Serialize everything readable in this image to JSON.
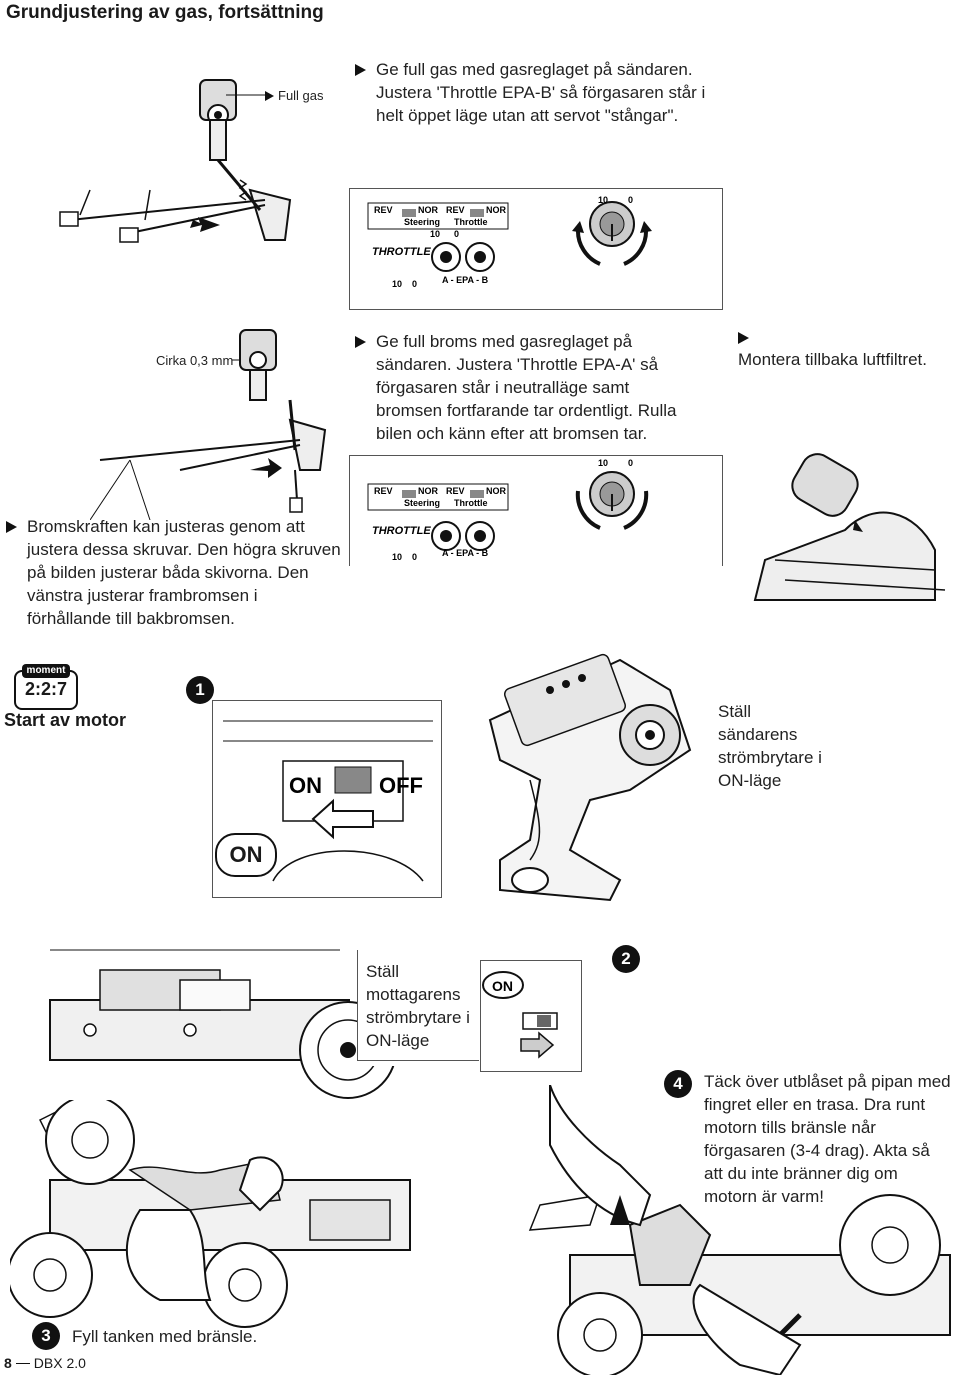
{
  "page_title": "Grundjustering av gas, fortsättning",
  "section1": {
    "label_full_gas": "Full gas",
    "instruction": "Ge full gas med gasreglaget på sändaren. Justera 'Throttle EPA-B' så förgasaren står i helt öppet läge utan att servot \"stångar\"."
  },
  "epa_panel": {
    "rev": "REV",
    "nor": "NOR",
    "steering": "Steering",
    "throttle": "Throttle",
    "throttle_epa": "THROTTLE EPA",
    "a_epa_b": "A - EPA - B",
    "ten": "10",
    "zero": "0"
  },
  "section2": {
    "label_gap": "Cirka 0,3 mm",
    "instruction": "Ge full broms med gasreglaget på sändaren. Justera 'Throttle EPA-A' så förgasaren står i neutralläge samt bromsen fortfarande tar ordentligt. Rulla bilen och känn efter att bromsen tar.",
    "filter_instruction": "Montera tillbaka luftfiltret.",
    "brake_instruction": "Bromskraften kan justeras genom att justera dessa skruvar. Den högra skruven på bilden justerar båda skivorna. Den vänstra justerar frambromsen i förhållande till bakbromsen."
  },
  "moment": {
    "badge_top": "moment",
    "badge_code": "2:2:7",
    "heading": "Start av motor"
  },
  "step1": {
    "number": "1",
    "on": "ON",
    "off": "OFF",
    "on_large": "ON",
    "instruction": "Ställ sändarens strömbrytare i ON-läge"
  },
  "step2": {
    "number": "2",
    "on": "ON",
    "instruction": "Ställ mottagarens strömbrytare i ON-läge"
  },
  "step3": {
    "number": "3",
    "instruction": "Fyll tanken med bränsle."
  },
  "step4": {
    "number": "4",
    "instruction": "Täck över utblåset på pipan med fingret eller en trasa. Dra runt motorn tills bränsle når förgasaren (3-4 drag). Akta så att du inte bränner dig om motorn är varm!"
  },
  "footer": {
    "page_number": "8",
    "model": "DBX 2.0"
  }
}
